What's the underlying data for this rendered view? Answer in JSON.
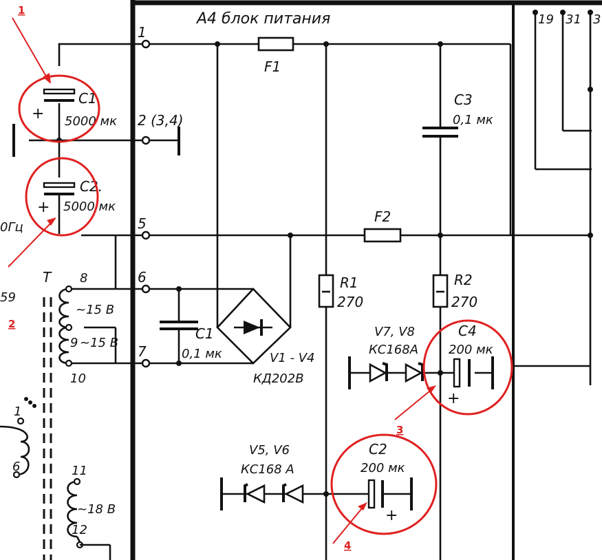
{
  "block_title": "А4  блок питания",
  "pins": {
    "p1": "1",
    "p2": "2 (3,4)",
    "p5": "5",
    "p6": "6",
    "p7": "7",
    "p19": "19",
    "p31": "31",
    "p3x": "3"
  },
  "components": {
    "c1_big": {
      "ref": "C1",
      "value": "5000 мк"
    },
    "c2_big": {
      "ref": "C2.",
      "value": "5000 мк"
    },
    "f1": "F1",
    "f2": "F2",
    "c3": {
      "ref": "C3",
      "value": "0,1 мк"
    },
    "c1_small": {
      "ref": "C1",
      "value": "0,1 мк"
    },
    "bridge": {
      "ref": "V1 - V4",
      "value": "КД202В"
    },
    "r1": {
      "ref": "R1",
      "value": "270"
    },
    "r2": {
      "ref": "R2",
      "value": "270"
    },
    "v7v8": {
      "ref": "V7, V8",
      "value": "КС168А"
    },
    "c4": {
      "ref": "C4",
      "value": "200 мк"
    },
    "v5v6": {
      "ref": "V5, V6",
      "value": "КС168 А"
    },
    "c2_small": {
      "ref": "C2",
      "value": "200 мк"
    }
  },
  "transformer": {
    "ref": "T",
    "taps": [
      "8",
      "9",
      "10",
      "11",
      "12",
      "1",
      "6"
    ],
    "w1": "~15 В",
    "w2": "~15 В",
    "w3": "~18 В"
  },
  "plus_sign": "+",
  "left_cut": {
    "hz": "0Гц",
    "code": "59"
  },
  "annotations": [
    "1",
    "2",
    "3",
    "4"
  ],
  "colors": {
    "ink": "#111111",
    "annotation": "#e02020"
  }
}
